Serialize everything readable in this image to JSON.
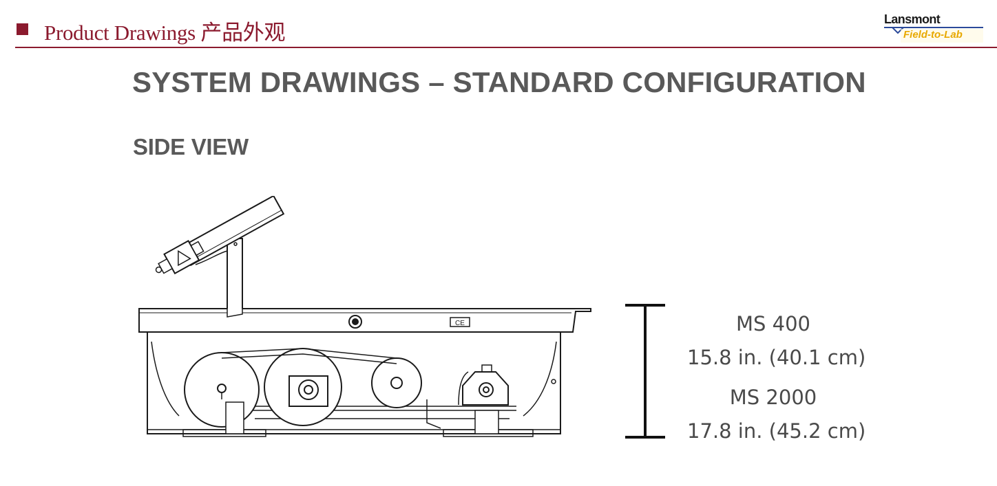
{
  "header": {
    "title": "Product Drawings 产品外观",
    "brand_color": "#8b1a2e"
  },
  "logo": {
    "name": "Lansmont",
    "tagline": "Field-to-Lab"
  },
  "slide": {
    "title": "SYSTEM DRAWINGS – STANDARD CONFIGURATION",
    "subtitle": "SIDE VIEW",
    "drawing_labels": {
      "ce_mark": "CE"
    }
  },
  "specs": [
    {
      "model": "MS 400",
      "height": "15.8 in. (40.1 cm)"
    },
    {
      "model": "MS 2000",
      "height": "17.8 in. (45.2 cm)"
    }
  ]
}
